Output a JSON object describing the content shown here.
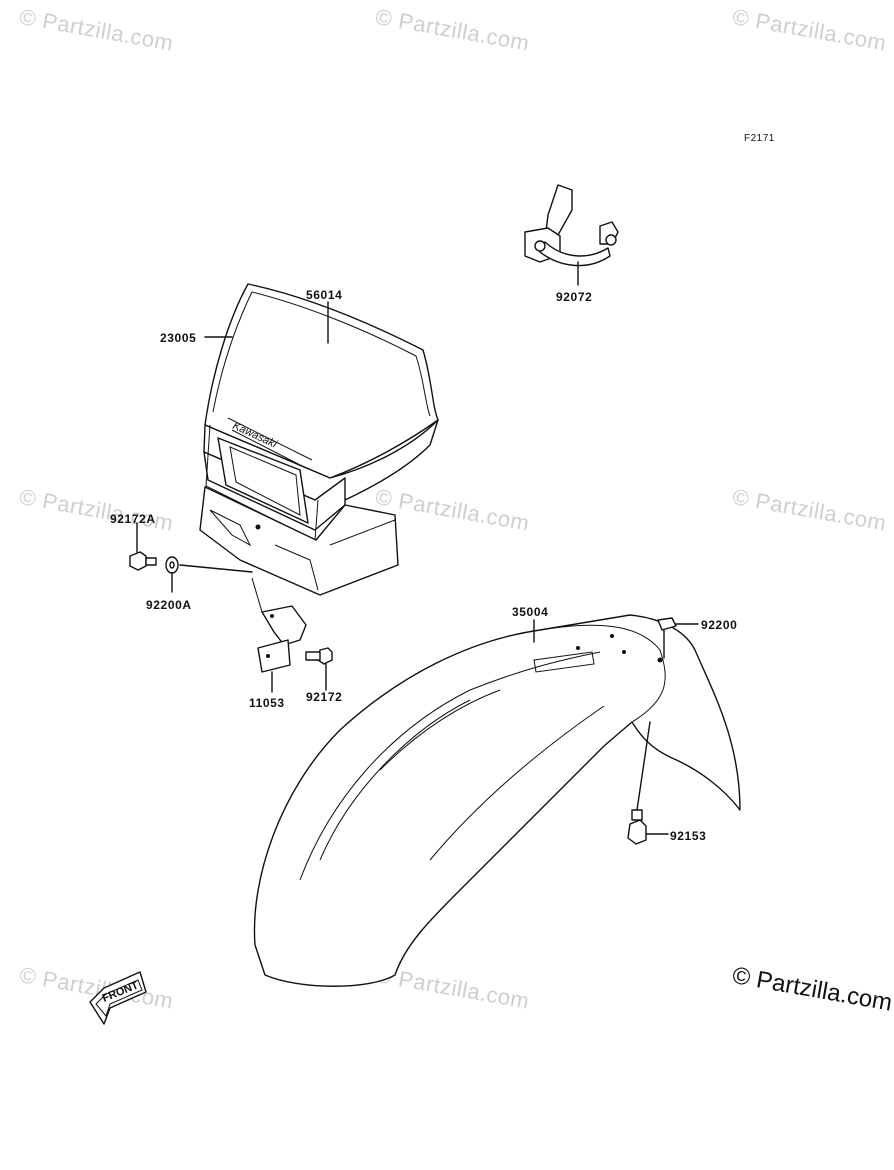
{
  "diagram_code": "F2171",
  "watermark": "© Partzilla.com",
  "watermark_corner": "© Partzilla.com",
  "front_arrow_label": "FRONT",
  "logo_text": "Kawasaki",
  "parts": {
    "p56014": "56014",
    "p23005": "23005",
    "p92072": "92072",
    "p92172A": "92172A",
    "p92200A": "92200A",
    "p11053": "11053",
    "p92172": "92172",
    "p35004": "35004",
    "p92200": "92200",
    "p92153": "92153"
  }
}
